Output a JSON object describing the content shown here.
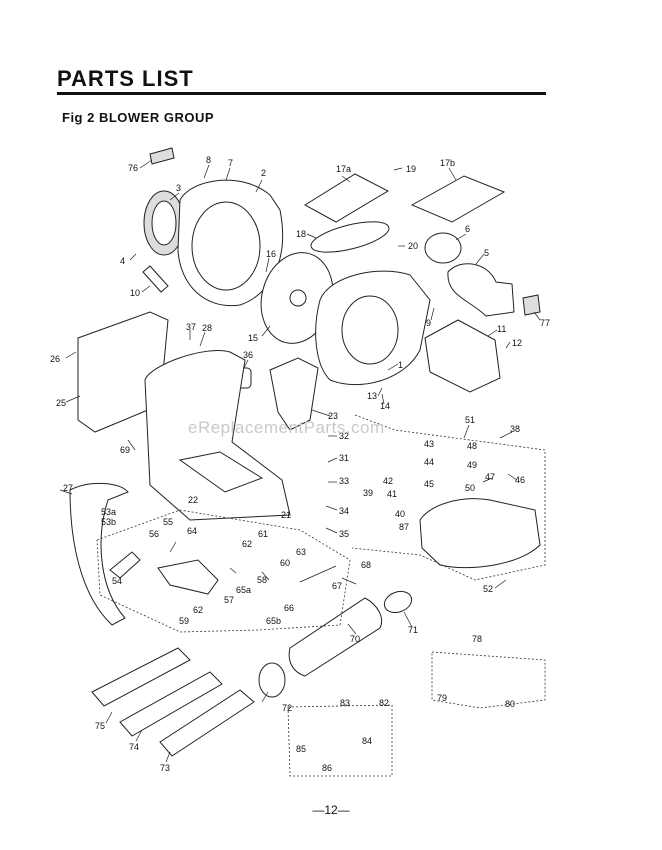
{
  "header": {
    "title": "PARTS  LIST",
    "subtitle": "Fig 2  BLOWER  GROUP"
  },
  "watermark": "eReplacementParts.com",
  "footer": {
    "page_number": "—12—"
  },
  "callouts": [
    "76",
    "8",
    "7",
    "2",
    "17a",
    "19",
    "17b",
    "3",
    "18",
    "20",
    "6",
    "4",
    "16",
    "5",
    "10",
    "9",
    "77",
    "37",
    "28",
    "11",
    "26",
    "15",
    "12",
    "36",
    "1",
    "25",
    "13",
    "14",
    "23",
    "51",
    "38",
    "32",
    "43",
    "48",
    "69",
    "44",
    "49",
    "31",
    "45",
    "46",
    "47",
    "42",
    "39",
    "50",
    "27",
    "33",
    "41",
    "22",
    "34",
    "40",
    "87",
    "21",
    "53a",
    "53b",
    "55",
    "35",
    "56",
    "64",
    "61",
    "68",
    "62",
    "63",
    "60",
    "54",
    "58",
    "67",
    "65a",
    "52",
    "57",
    "66",
    "62",
    "59",
    "65b",
    "71",
    "78",
    "70",
    "79",
    "80",
    "75",
    "72",
    "82",
    "83",
    "74",
    "85",
    "84",
    "86",
    "73"
  ]
}
